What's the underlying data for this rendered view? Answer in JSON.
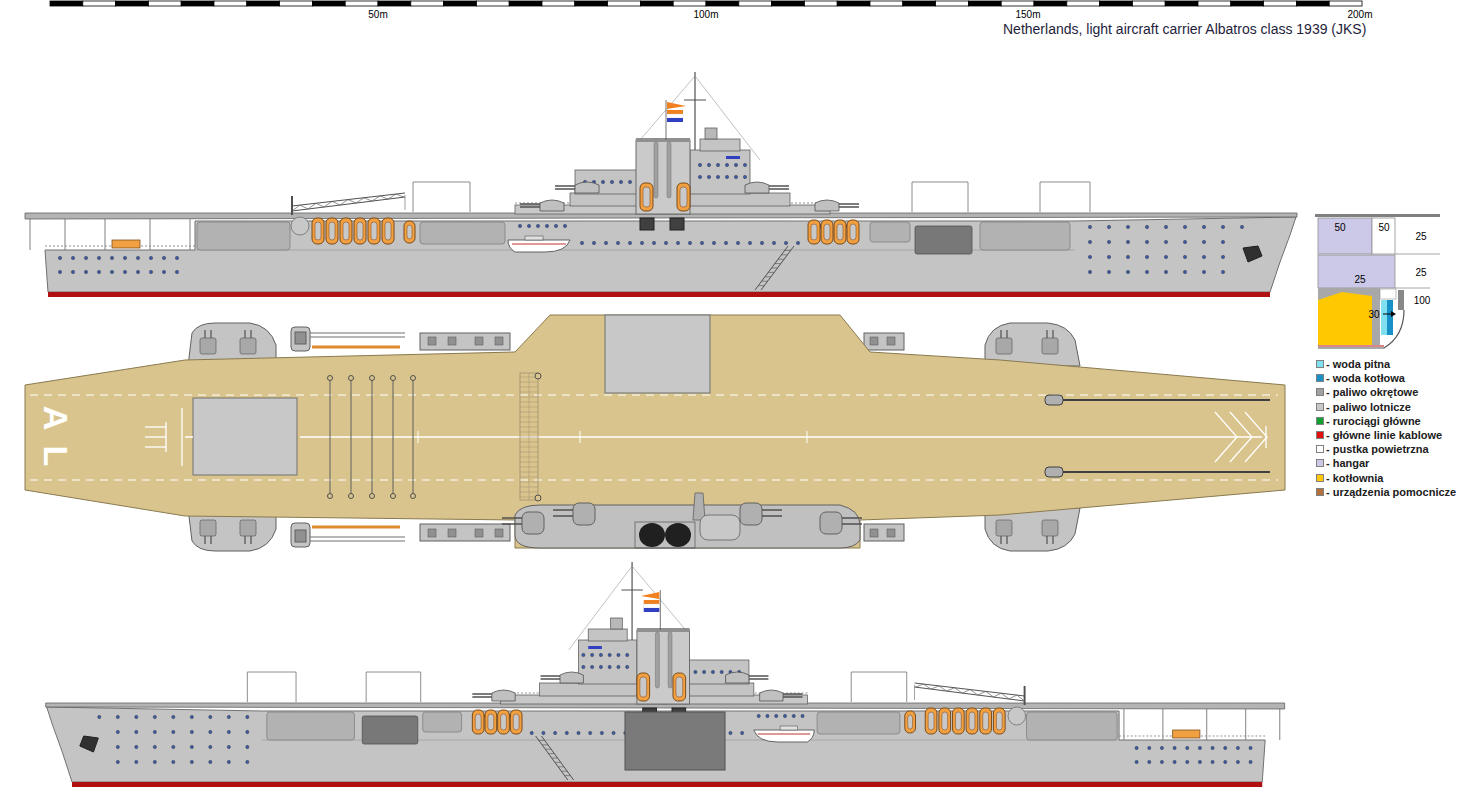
{
  "diagram": {
    "title": "Netherlands, light aircraft carrier Albatros class 1939 (JKS)",
    "labels": [
      "50m",
      "100m",
      "150m",
      "200m",
      "A",
      "L",
      "50",
      "50",
      "25",
      "25",
      "25",
      "100",
      "30"
    ],
    "legend": [
      {
        "text": "- woda pitna",
        "color": "#80e0f0"
      },
      {
        "text": "- woda kotłowa",
        "color": "#1890c8"
      },
      {
        "text": "- paliwo okrętowe",
        "color": "#a0a0a0"
      },
      {
        "text": "- paliwo lotnicze",
        "color": "#c8c8c8"
      },
      {
        "text": "- rurociągi główne",
        "color": "#10a030"
      },
      {
        "text": "- główne linie kablowe",
        "color": "#e01010"
      },
      {
        "text": "- pustka powietrzna",
        "color": "#ffffff"
      },
      {
        "text": "- hangar",
        "color": "#ccc8e8"
      },
      {
        "text": "- kotłownia",
        "color": "#ffc800"
      },
      {
        "text": "- urządzenia pomocnicze",
        "color": "#b07040"
      }
    ]
  }
}
